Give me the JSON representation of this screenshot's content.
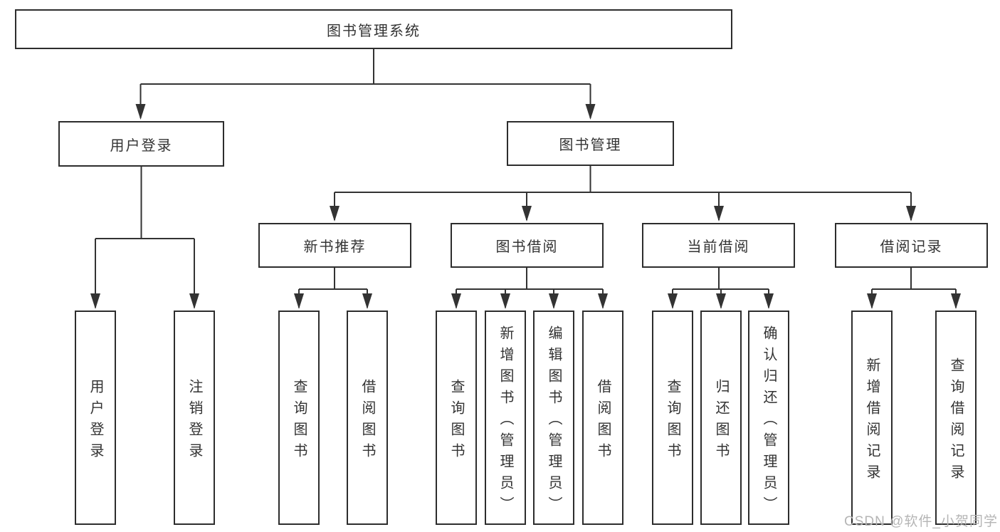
{
  "tree": {
    "root": "图书管理系统",
    "login": {
      "label": "用户登录",
      "children": [
        "用户登录",
        "注销登录"
      ]
    },
    "manage": {
      "label": "图书管理"
    },
    "groups": [
      {
        "label": "新书推荐",
        "children": [
          "查询图书",
          "借阅图书"
        ]
      },
      {
        "label": "图书借阅",
        "children": [
          "查询图书",
          "新增图书（管理员）",
          "编辑图书（管理员）",
          "借阅图书"
        ]
      },
      {
        "label": "当前借阅",
        "children": [
          "查询图书",
          "归还图书",
          "确认归还（管理员）"
        ]
      },
      {
        "label": "借阅记录",
        "children": [
          "新增借阅记录",
          "查询借阅记录"
        ]
      }
    ]
  },
  "watermark": "CSDN @软件_小贺同学",
  "colors": {
    "line": "#333333",
    "box_border": "#2d2d2d",
    "text": "#333333",
    "watermark": "#b5b5b5",
    "background": "#ffffff"
  }
}
